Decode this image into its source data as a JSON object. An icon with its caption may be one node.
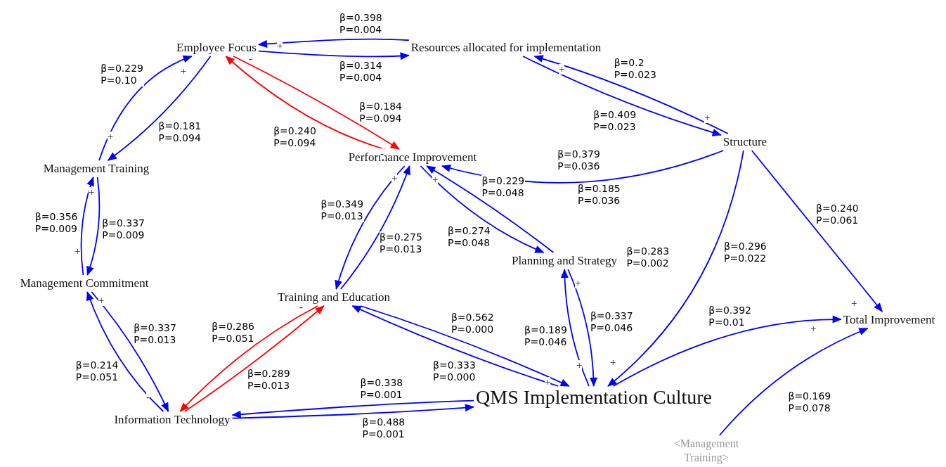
{
  "diagram": {
    "nodes": [
      {
        "text": [
          "Employee Focus"
        ]
      },
      {
        "text": [
          "Resources allocated for implementation"
        ]
      },
      {
        "text": [
          "Management Training"
        ]
      },
      {
        "text": [
          "Performance Improvement"
        ]
      },
      {
        "text": [
          "Structure"
        ]
      },
      {
        "text": [
          "Management Commitment"
        ]
      },
      {
        "text": [
          "Training and Education"
        ]
      },
      {
        "text": [
          "Planning and Strategy"
        ]
      },
      {
        "text": [
          "Total Improvement"
        ]
      },
      {
        "text": [
          "QMS Implementation Culture"
        ]
      },
      {
        "text": [
          "Information Technology"
        ]
      },
      {
        "text": [
          "<Management Training>"
        ]
      }
    ],
    "edges": [
      {
        "from": 1,
        "to": 0,
        "arrow": "to",
        "label": "β=0.398 P=0.004"
      },
      {
        "from": 0,
        "to": 1,
        "arrow": "to",
        "label": "β=0.314 P=0.004"
      },
      {
        "from": 2,
        "to": 0,
        "arrow": "to",
        "label": "β=0.229 P=0.10"
      },
      {
        "from": 0,
        "to": 2,
        "arrow": "to",
        "label": "β=0.181 P=0.094"
      },
      {
        "from": 3,
        "to": 0,
        "arrow": "to",
        "label": "β=0.240 P=0.094",
        "color": "#ff0000"
      },
      {
        "from": 0,
        "to": 3,
        "arrow": "to",
        "label": "β=0.184 P=0.094",
        "color": "#ff0000"
      },
      {
        "from": 4,
        "to": 1,
        "arrow": "to",
        "label": "β=0.2 P=0.023"
      },
      {
        "from": 1,
        "to": 4,
        "arrow": "to",
        "label": "β=0.409 P=0.023"
      },
      {
        "from": 4,
        "to": 3,
        "arrow": "to",
        "label": "β=0.379 P=0.036"
      },
      {
        "from": 7,
        "to": 3,
        "arrow": "to",
        "label": "β=0.229 P=0.048"
      },
      {
        "from": 3,
        "to": 7,
        "arrow": "to",
        "label": "β=0.274 P=0.048"
      },
      {
        "from": 3,
        "to": 6,
        "arrow": "to",
        "label": "β=0.349 P=0.013"
      },
      {
        "from": 6,
        "to": 3,
        "arrow": "to",
        "label": "β=0.275 P=0.013"
      },
      {
        "from": 2,
        "to": 5,
        "arrow": "to",
        "label": "β=0.337 P=0.009"
      },
      {
        "from": 5,
        "to": 2,
        "arrow": "to",
        "label": "β=0.356 P=0.009"
      },
      {
        "from": 10,
        "to": 5,
        "arrow": "to",
        "label": "β=0.214 P=0.051"
      },
      {
        "from": 5,
        "to": 10,
        "arrow": "to",
        "label": "β=0.337 P=0.013"
      },
      {
        "from": 6,
        "to": 10,
        "arrow": "to",
        "label": "β=0.286 P=0.051",
        "color": "#ff0000"
      },
      {
        "from": 10,
        "to": 6,
        "arrow": "to",
        "label": "β=0.289 P=0.013",
        "color": "#ff0000"
      },
      {
        "from": 6,
        "to": 9,
        "arrow": "to",
        "label": "β=0.562 P=0.000"
      },
      {
        "from": 9,
        "to": 6,
        "arrow": "to",
        "label": "β=0.333 P=0.000"
      },
      {
        "from": 9,
        "to": 10,
        "arrow": "to",
        "label": "β=0.338 P=0.001"
      },
      {
        "from": 10,
        "to": 9,
        "arrow": "to",
        "label": "β=0.488 P=0.001"
      },
      {
        "from": 9,
        "to": 7,
        "arrow": "to",
        "label": "β=0.189 P=0.046"
      },
      {
        "from": 7,
        "to": 9,
        "arrow": "to",
        "label": "β=0.337 P=0.046"
      },
      {
        "from": 4,
        "to": 9,
        "arrow": "to",
        "label": "β=0.283 P=0.002"
      },
      {
        "from": 4,
        "to": 8,
        "arrow": "to",
        "label": "β=0.240 P=0.061"
      },
      {
        "from": 9,
        "to": 8,
        "arrow": "to",
        "label": "β=0.392 P=0.01"
      },
      {
        "from": 11,
        "to": 8,
        "arrow": "to",
        "label": "β=0.169 P=0.078"
      }
    ],
    "labels": [
      "+",
      "-",
      "+",
      "+",
      "+",
      "-",
      "+",
      "+",
      "+",
      "β=0.185 P=0.036",
      "+",
      "β=0.296 P=0.022",
      "+",
      "+",
      "-",
      "+",
      "+",
      "+",
      "+",
      "+",
      "+",
      "-"
    ]
  }
}
